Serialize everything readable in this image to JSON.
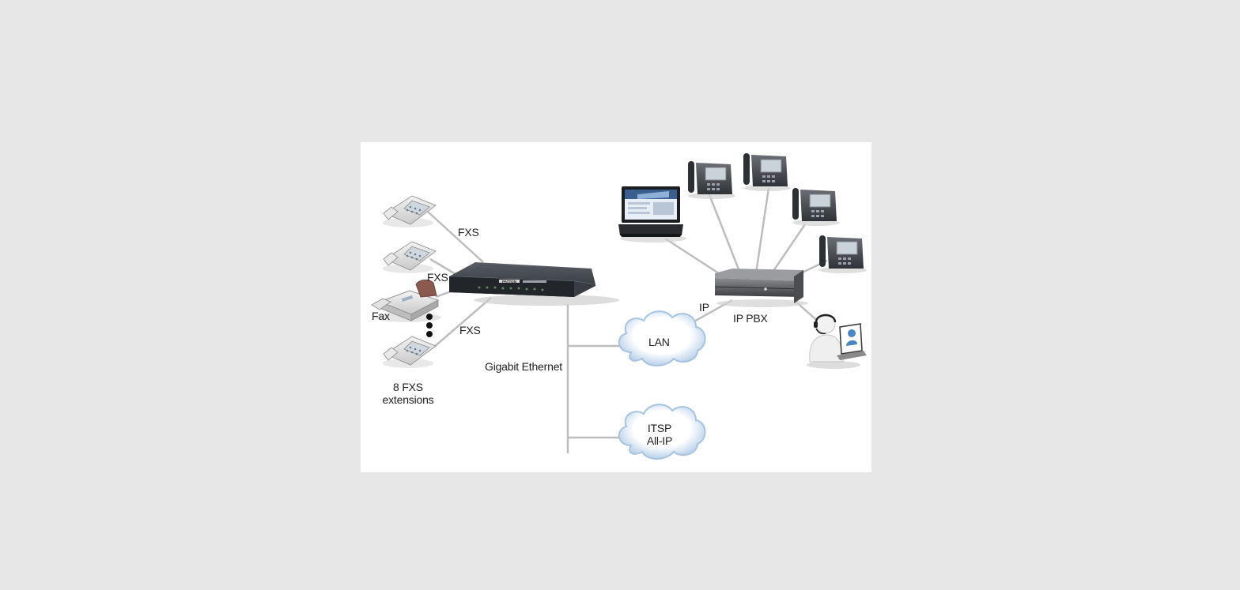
{
  "diagram": {
    "labels": {
      "fxs_top": "FXS",
      "fxs_mid": "FXS",
      "fxs_bottom": "FXS",
      "fax": "Fax",
      "extensions_line1": "8 FXS",
      "extensions_line2": "extensions",
      "gigabit_ethernet": "Gigabit Ethernet",
      "lan": "LAN",
      "itsp_line1": "ITSP",
      "itsp_line2": "All-IP",
      "ip": "IP",
      "ip_pbx": "IP PBX",
      "gateway_brand": "PATTON"
    },
    "colors": {
      "background": "#e7e7e7",
      "panel": "#ffffff",
      "line": "#bdbdbd",
      "gateway": "#2c2f36",
      "cloud_shadow": "#8fb4d9"
    }
  }
}
